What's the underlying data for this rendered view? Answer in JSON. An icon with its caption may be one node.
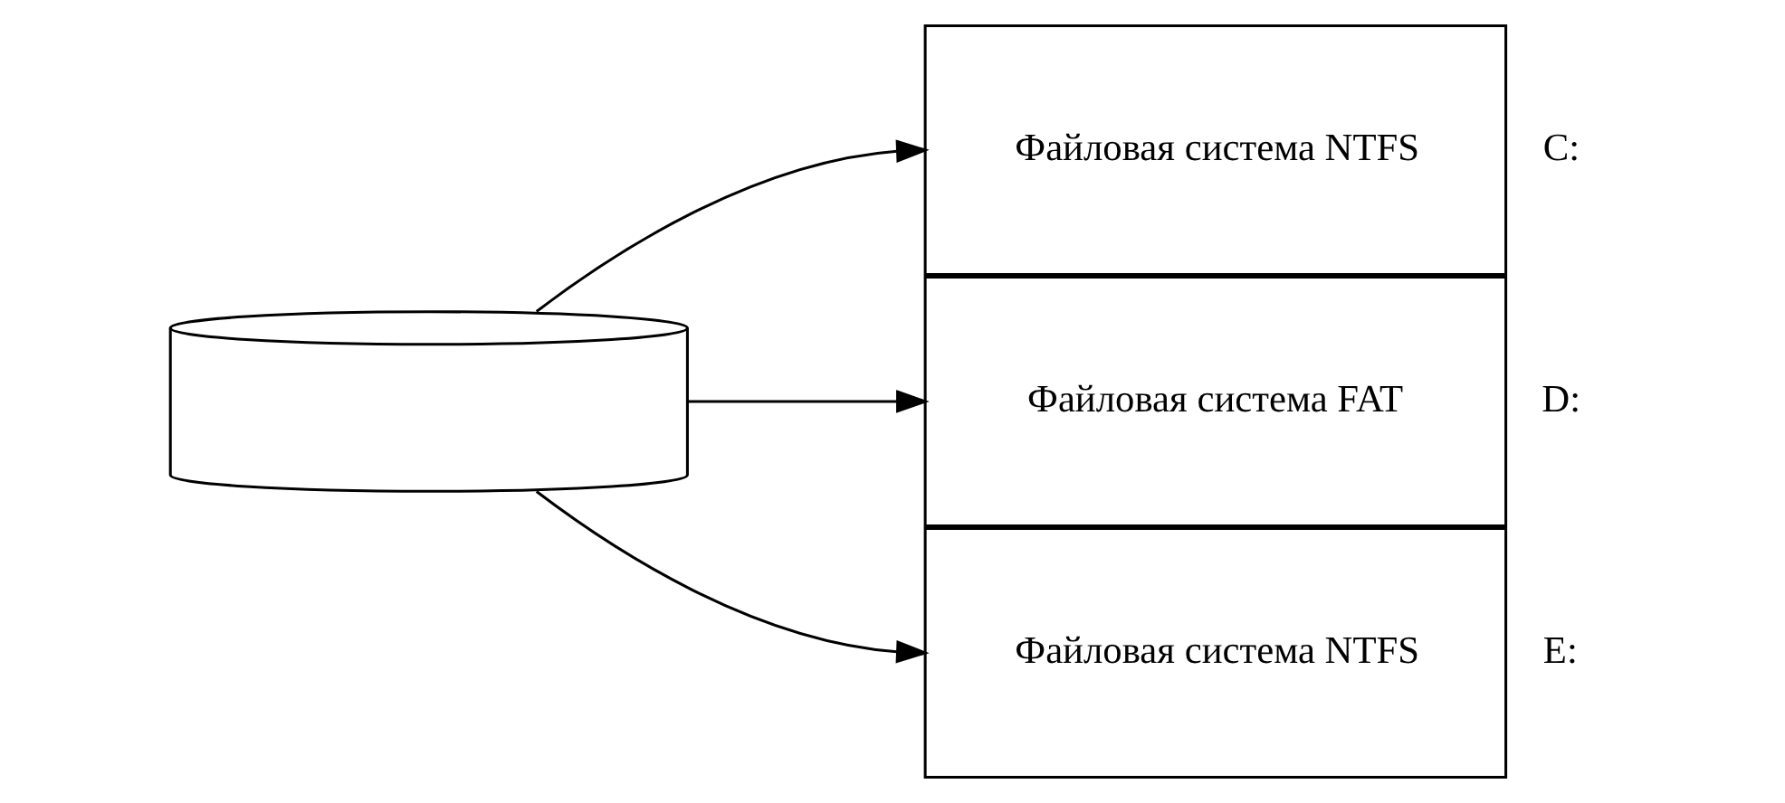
{
  "diagram": {
    "nodes": [
      {
        "text": [],
        "shape": "cylinder"
      },
      {
        "text": [
          "Файловая система NTFS"
        ],
        "beside": [
          "C:"
        ]
      },
      {
        "text": [
          "Файловая система FAT"
        ],
        "beside": [
          "D:"
        ]
      },
      {
        "text": [
          "Файловая система NTFS"
        ],
        "beside": [
          "E:"
        ]
      }
    ],
    "edges": [
      {
        "from": 0,
        "to": 1,
        "arrow": "to"
      },
      {
        "from": 0,
        "to": 2,
        "arrow": "to"
      },
      {
        "from": 0,
        "to": 3,
        "arrow": "to"
      }
    ]
  }
}
